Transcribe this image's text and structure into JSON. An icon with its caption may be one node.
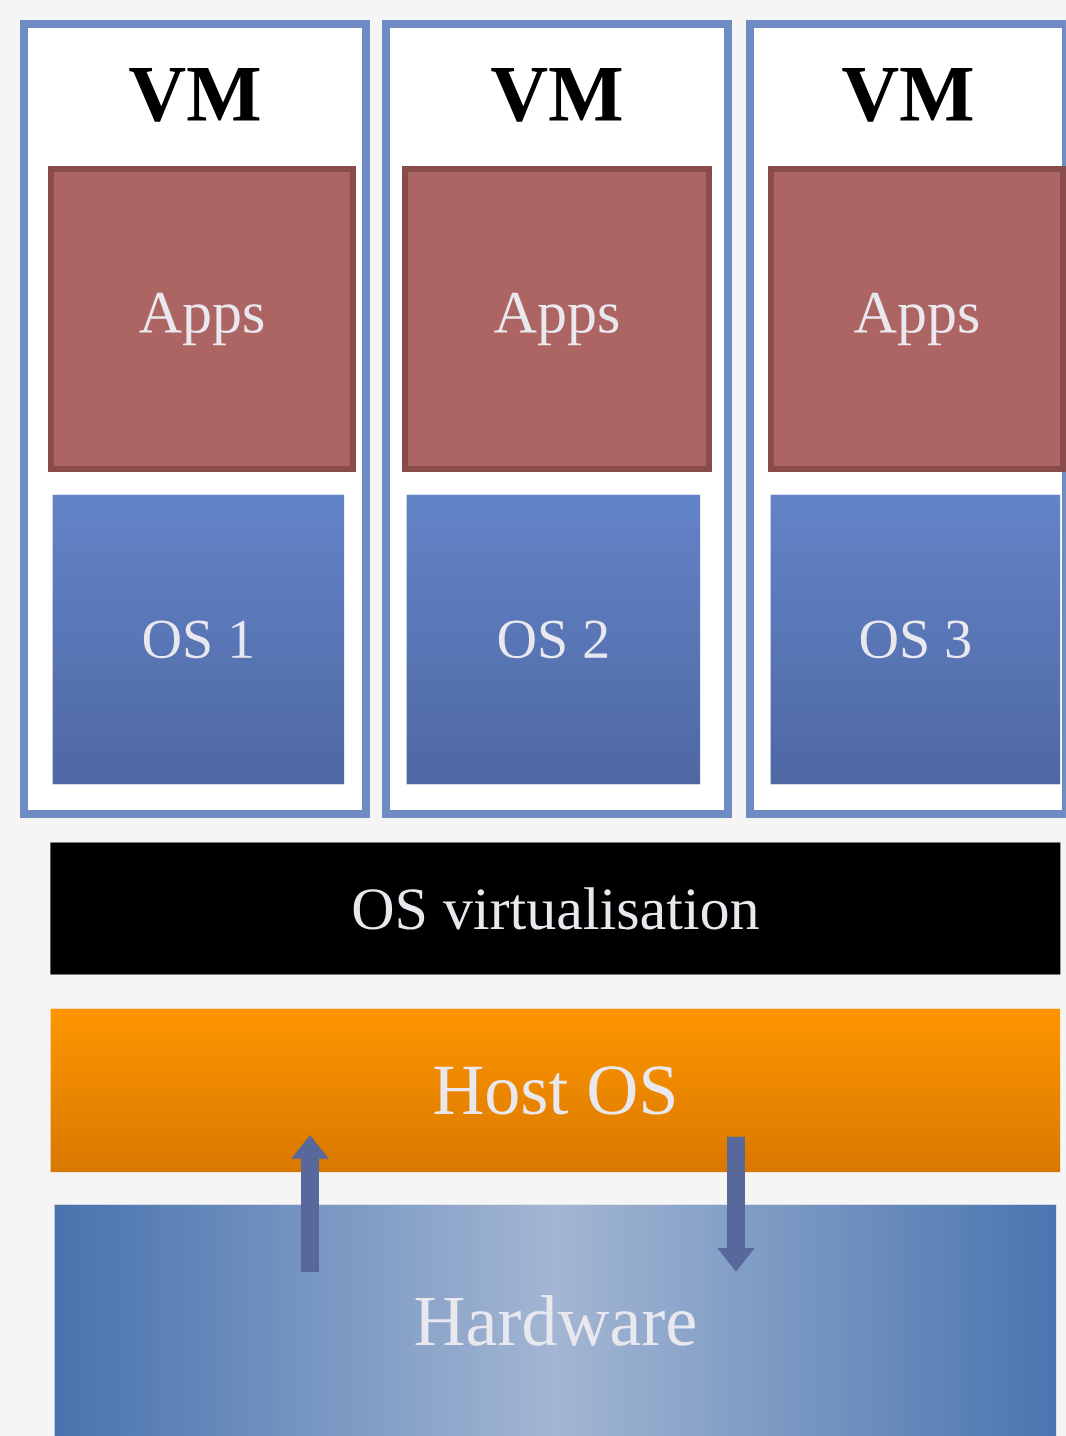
{
  "diagram": {
    "nodes": [
      {
        "text": [
          "VM"
        ]
      },
      {
        "text": [
          "Apps"
        ],
        "in": 0
      },
      {
        "text": [
          "OS 1"
        ],
        "in": 0
      },
      {
        "text": [
          "VM"
        ]
      },
      {
        "text": [
          "Apps"
        ],
        "in": 3
      },
      {
        "text": [
          "OS 2"
        ],
        "in": 3
      },
      {
        "text": [
          "VM"
        ]
      },
      {
        "text": [
          "Apps"
        ],
        "in": 6
      },
      {
        "text": [
          "OS 3"
        ],
        "in": 6
      },
      {
        "text": [
          "OS virtualisation"
        ]
      },
      {
        "text": [
          "Host OS"
        ]
      },
      {
        "text": [
          "Hardware"
        ]
      }
    ],
    "edges": [
      {
        "from": 11,
        "to": 10,
        "arrow": "to"
      },
      {
        "from": 10,
        "to": 11,
        "arrow": "to"
      }
    ]
  }
}
